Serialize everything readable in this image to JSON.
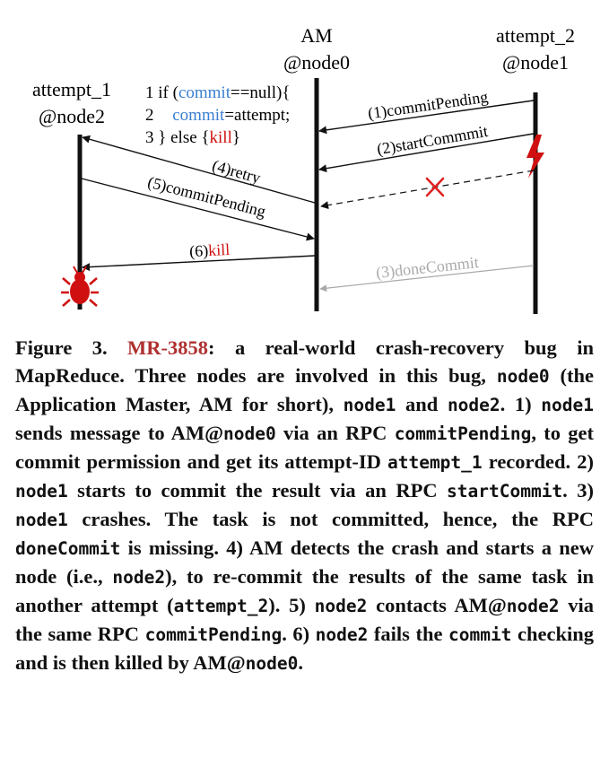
{
  "nodes": {
    "am": {
      "name": "AM",
      "host": "@node0"
    },
    "attempt2": {
      "name": "attempt_2",
      "host": "@node1"
    },
    "attempt1": {
      "name": "attempt_1",
      "host": "@node2"
    }
  },
  "code": {
    "line1": {
      "num": "1",
      "pre": "if (",
      "var": "commit",
      "post": "==null){"
    },
    "line2": {
      "num": "2",
      "var": "commit",
      "post": "=attempt;"
    },
    "line3": {
      "num": "3",
      "pre": "} else {",
      "kill": "kill",
      "post": "}"
    }
  },
  "messages": {
    "m1": "(1)commitPending",
    "m2": "(2)startCommmit",
    "m3": "(3)doneCommit",
    "m4": "(4)retry",
    "m5": "(5)commitPending",
    "m6_num": "(6)",
    "m6_kill": "kill"
  },
  "colors": {
    "code_var": "#3a7fd0",
    "kill": "#d01010",
    "bug": "#d01010",
    "bug_id": "#b03030",
    "lost_message": "#aaaaaa",
    "cross": "#e02020"
  },
  "caption": {
    "fig": "Figure 3.",
    "bug_id": "MR-3858",
    "t01": ": a real-world crash-recovery bug in MapReduce. Three nodes are involved in this bug, ",
    "c01": "node0",
    "t02": " (the Application Master, AM for short), ",
    "c02": "node1",
    "t03": " and ",
    "c03": "node2",
    "t04": ". 1) ",
    "c04": "node1",
    "t05": " sends message to AM@",
    "c05": "node0",
    "t06": " via an RPC ",
    "c06": "commitPending",
    "t07": ", to get commit permission and get its attempt-ID ",
    "c07": "attempt_1",
    "t08": " recorded. 2) ",
    "c08": "node1",
    "t09": " starts to commit the result via an RPC ",
    "c09": "startCommit",
    "t10": ". 3) ",
    "c10": "node1",
    "t11": " crashes. The task is not committed, hence, the RPC ",
    "c11": "doneCommit",
    "t12": " is missing. 4) AM detects the crash and starts a new node (i.e., ",
    "c12": "node2",
    "t13": "), to re-commit the results of the same task in another attempt (",
    "c13": "attempt_2",
    "t14": "). 5) ",
    "c14": "node2",
    "t15": " contacts AM@",
    "c15": "node2",
    "t16": " via the same RPC ",
    "c16": "commitPending",
    "t17": ". 6) ",
    "c17": "node2",
    "t18": " fails the ",
    "c18": "commit",
    "t19": " checking and is then killed by AM@",
    "c19": "node0",
    "t20": "."
  }
}
